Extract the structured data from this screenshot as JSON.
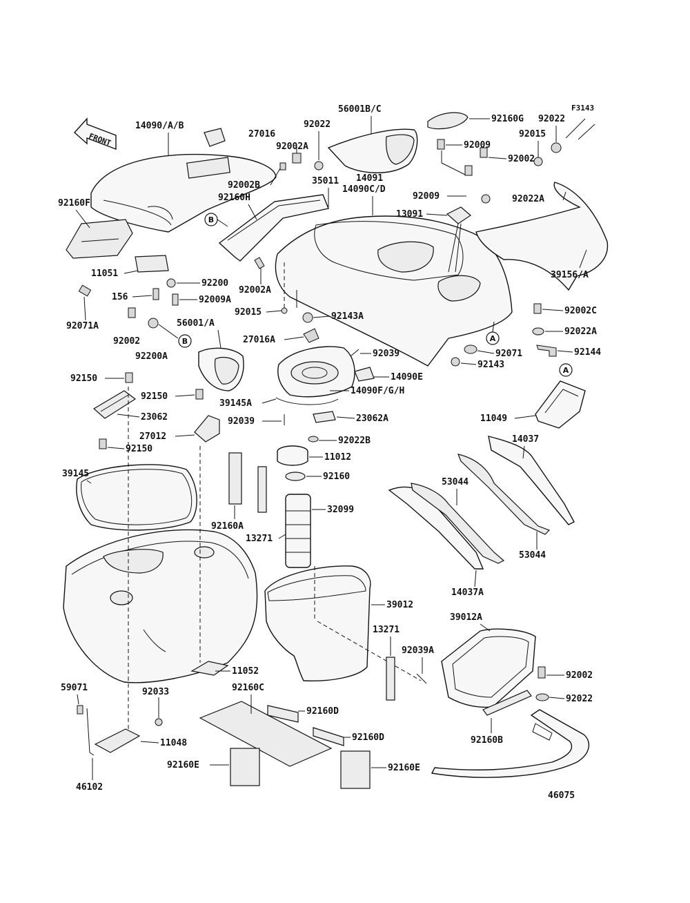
{
  "diagram_code": "F3143",
  "front_label": "FRONT",
  "refs": {
    "a": "A",
    "b": "B"
  },
  "labels": {
    "p14090AB": "14090/A/B",
    "p27016": "27016",
    "p92022_top": "92022",
    "p56001BC": "56001B/C",
    "p92160G": "92160G",
    "p92022_tr": "92022",
    "p92015_tr": "92015",
    "p92002A_top": "92002A",
    "p92009_top": "92009",
    "p92002_tr": "92002",
    "p92002B": "92002B",
    "p35011": "35011",
    "p14091": "14091",
    "p14090CD": "14090C/D",
    "p92160H": "92160H",
    "p92009_mid": "92009",
    "p92022A_tr": "92022A",
    "p92160F": "92160F",
    "p13091": "13091",
    "p11051": "11051",
    "p92200": "92200",
    "p92002A_mid": "92002A",
    "p156": "156",
    "p92009A": "92009A",
    "p39156A": "39156/A",
    "p92015_mid": "92015",
    "p92143A": "92143A",
    "p92071A": "92071A",
    "p92002C": "92002C",
    "p56001A": "56001/A",
    "p92002_left": "92002",
    "p92022A_r": "92022A",
    "p27016A": "27016A",
    "p92200A": "92200A",
    "p92071": "92071",
    "p92144": "92144",
    "p92039_top": "92039",
    "p92143": "92143",
    "p14090E": "14090E",
    "p92150_a": "92150",
    "p14090FGH": "14090F/G/H",
    "p92150_b": "92150",
    "p39145A": "39145A",
    "p23062": "23062",
    "p11049": "11049",
    "p92039_mid": "92039",
    "p23062A": "23062A",
    "p27012": "27012",
    "p14037": "14037",
    "p92150_c": "92150",
    "p92022B": "92022B",
    "p11012": "11012",
    "p39145": "39145",
    "p92160": "92160",
    "p53044_a": "53044",
    "p32099": "32099",
    "p92160A": "92160A",
    "p13271_a": "13271",
    "p53044_b": "53044",
    "p14037A": "14037A",
    "p39012": "39012",
    "p39012A": "39012A",
    "p13271_b": "13271",
    "p92039A": "92039A",
    "p11052": "11052",
    "p59071": "59071",
    "p92033": "92033",
    "p92160C": "92160C",
    "p92002_br": "92002",
    "p92022_br": "92022",
    "p92160D_a": "92160D",
    "p11048": "11048",
    "p92160D_b": "92160D",
    "p92160B": "92160B",
    "p92160E_a": "92160E",
    "p92160E_b": "92160E",
    "p46102": "46102",
    "p46075": "46075"
  }
}
